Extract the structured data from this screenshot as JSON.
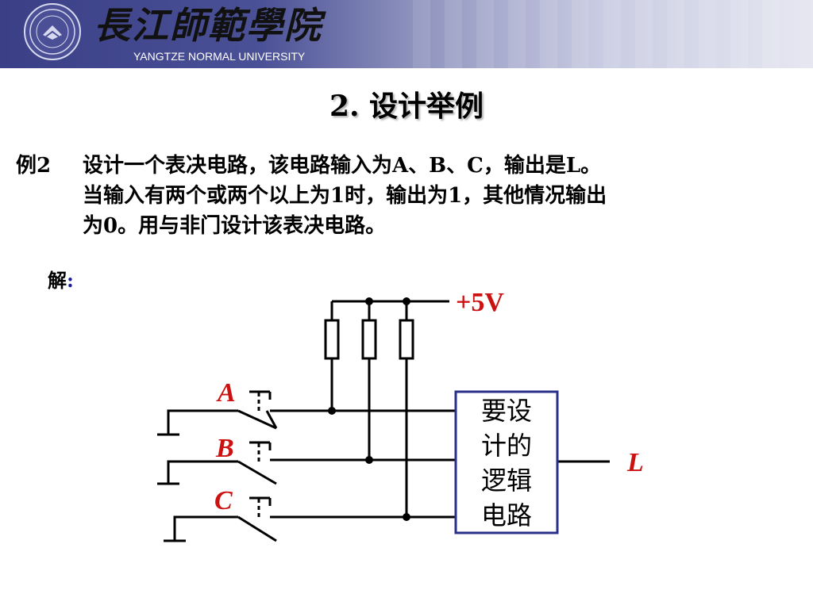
{
  "header": {
    "school_name_cn": "長江師範學院",
    "school_name_en": "YANGTZE NORMAL UNIVERSITY",
    "seal_icon": "university-seal-icon"
  },
  "slide": {
    "title": "2. 设计举例",
    "example_label": "例2",
    "example_lines": [
      "设计一个表决电路，该电路输入为A、B、C，输出是L。",
      "当输入有两个或两个以上为1时，输出为1，其他情况输出",
      "为0。用与非门设计该表决电路。"
    ],
    "solution_label": "解",
    "solution_colon": ":"
  },
  "circuit": {
    "supply_label": "+5V",
    "inputs": [
      "A",
      "B",
      "C"
    ],
    "output": "L",
    "logic_box_lines": [
      "要设",
      "计的",
      "逻辑",
      "电路"
    ]
  },
  "colors": {
    "header_dark": "#3a3f86",
    "signal_label": "#cc1111",
    "box_border": "#2a2f8a",
    "wire": "#000000"
  }
}
